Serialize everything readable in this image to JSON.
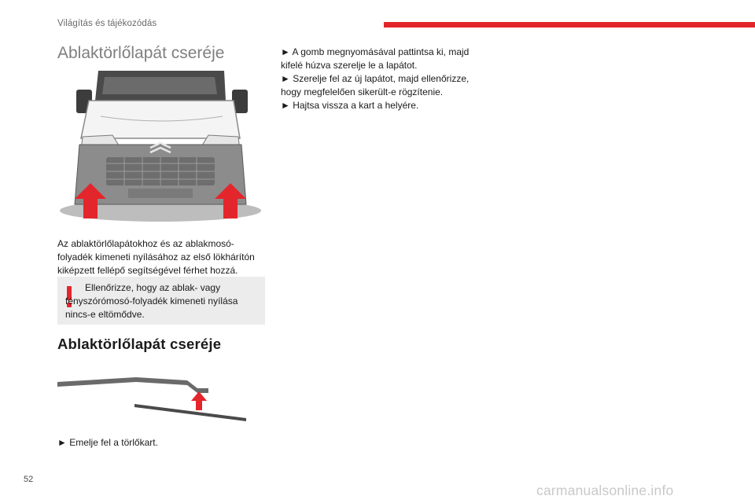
{
  "header": {
    "title": "Világítás és tájékozódás",
    "accent": "#e3262c"
  },
  "section_title": "Ablaktörlőlapát cseréje",
  "intro": "Az ablaktörlőlapátokhoz és az ablakmosó-folyadék kimeneti nyílásához az első lökhárítón kiképzett fellépő segítségével férhet hozzá.",
  "warning": {
    "icon": "exclamation-icon",
    "text": "Ellenőrizze, hogy az ablak- vagy fényszórómosó-folyadék kimeneti nyílása nincs-e eltömődve."
  },
  "subsection_title": "Ablaktörlőlapát cseréje",
  "steps_left": [
    "► Emelje fel a törlőkart."
  ],
  "steps_right": [
    "► A gomb megnyomásával pattintsa ki, majd kifelé húzva szerelje le a lapátot.",
    "► Szerelje fel az új lapátot, majd ellenőrizze, hogy megfelelően sikerült-e rögzítenie.",
    "► Hajtsa vissza a kart a helyére."
  ],
  "page_number": "52",
  "watermark": "carmanualsonline.info"
}
